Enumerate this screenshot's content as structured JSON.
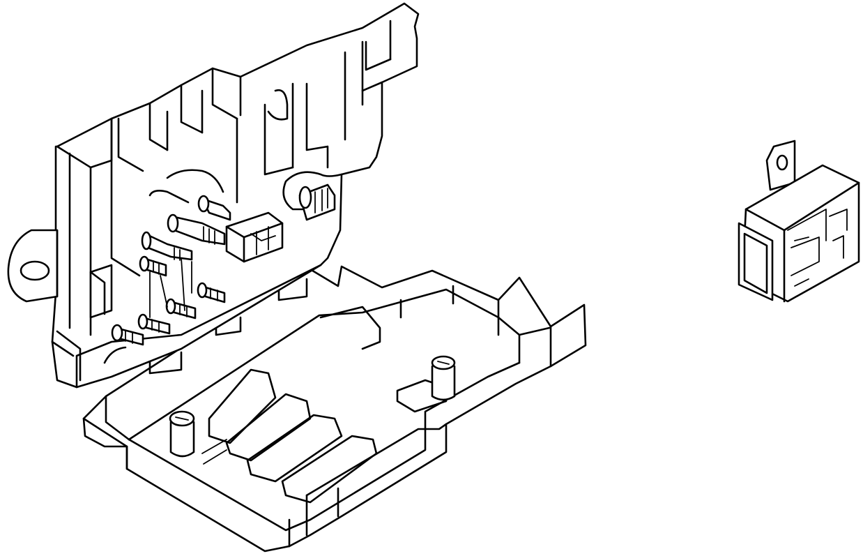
{
  "diagram": {
    "parts": [
      {
        "id": "fuse-box-housing",
        "icon": "fuse-box-housing-icon"
      },
      {
        "id": "fuse-box-tray",
        "icon": "fuse-box-tray-icon"
      },
      {
        "id": "relay",
        "icon": "relay-icon"
      }
    ],
    "colors": {
      "line": "#000000",
      "background": "#ffffff"
    }
  }
}
